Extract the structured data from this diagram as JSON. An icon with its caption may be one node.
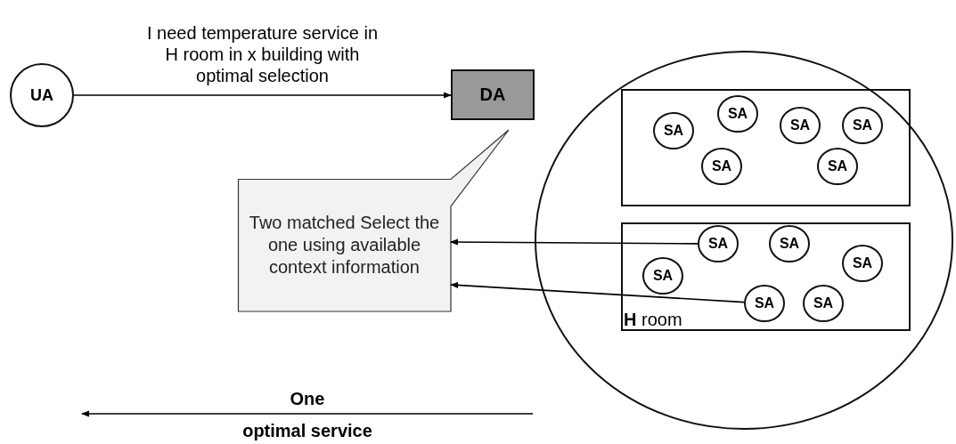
{
  "diagram": {
    "nodes": [
      {
        "text": [
          "UA"
        ]
      },
      {
        "text": [
          "DA"
        ]
      },
      {
        "text": [
          "Two matched Select the one using available context information"
        ]
      },
      {
        "text": [],
        "shape": "circle"
      },
      {
        "text": [],
        "shape": "box",
        "in": 3
      },
      {
        "text": [
          "**H** room"
        ],
        "in": 3
      },
      {
        "text": [
          "SA"
        ],
        "in": 4
      },
      {
        "text": [
          "SA"
        ],
        "in": 4
      },
      {
        "text": [
          "SA"
        ],
        "in": 4
      },
      {
        "text": [
          "SA"
        ],
        "in": 4
      },
      {
        "text": [
          "SA"
        ],
        "in": 4
      },
      {
        "text": [
          "SA"
        ],
        "in": 4
      },
      {
        "text": [
          "SA"
        ],
        "in": 5
      },
      {
        "text": [
          "SA"
        ],
        "in": 5
      },
      {
        "text": [
          "SA"
        ],
        "in": 5
      },
      {
        "text": [
          "SA"
        ],
        "in": 5
      },
      {
        "text": [
          "SA"
        ],
        "in": 5
      },
      {
        "text": [
          "SA"
        ],
        "in": 5
      }
    ],
    "edges": [
      {
        "from": 0,
        "to": 1,
        "arrow": "to",
        "label": "I need temperature service in H room in x building with optimal selection"
      },
      {
        "from": 12,
        "to": 2,
        "arrow": "to"
      },
      {
        "from": 16,
        "to": 2,
        "arrow": "to"
      }
    ],
    "labels": [
      "One",
      "optimal service"
    ]
  }
}
